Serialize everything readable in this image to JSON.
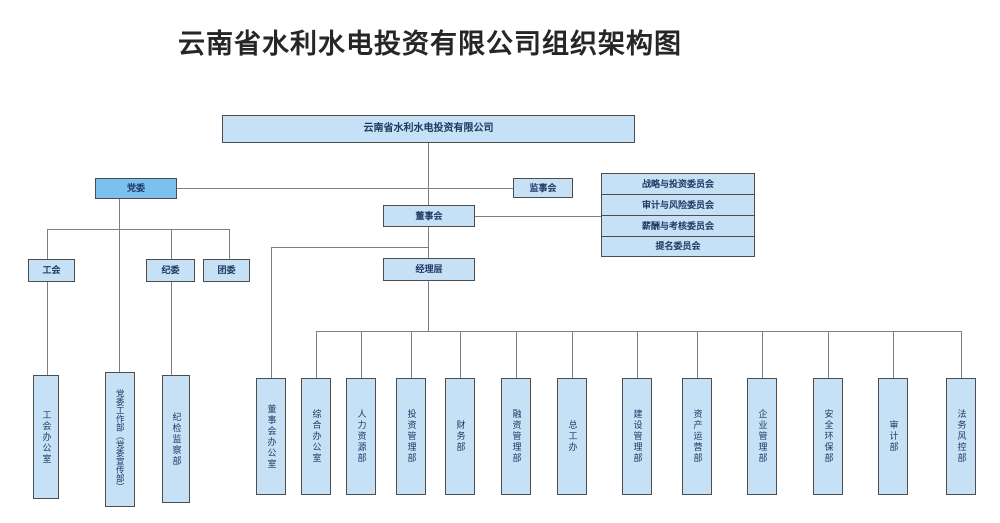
{
  "title": "云南省水利水电投资有限公司组织架构图",
  "chart": {
    "root": "云南省水利水电投资有限公司",
    "party_committee": "党委",
    "supervisory_board": "监事会",
    "board_of_directors": "董事会",
    "management_layer": "经理层",
    "board_committees": [
      "战略与投资委员会",
      "审计与风险委员会",
      "薪酬与考核委员会",
      "提名委员会"
    ],
    "party_sub_orgs": [
      "工会",
      "纪委",
      "团委"
    ],
    "party_departments": [
      "工会办公室",
      "党委工作部（党委宣传部）",
      "纪检监察部"
    ],
    "board_office": "董事会办公室",
    "management_departments": [
      "综合办公室",
      "人力资源部",
      "投资管理部",
      "财务部",
      "融资管理部",
      "总工办",
      "建设管理部",
      "资产运营部",
      "企业管理部",
      "安全环保部",
      "审计部",
      "法务风控部"
    ]
  },
  "colors": {
    "box_fill": "#c6e0f5",
    "party_box_fill": "#7cc0f0",
    "box_border": "#4d4d4d",
    "connector": "#7f7f7f",
    "box_text": "#1f3864",
    "title_text": "#262626"
  }
}
